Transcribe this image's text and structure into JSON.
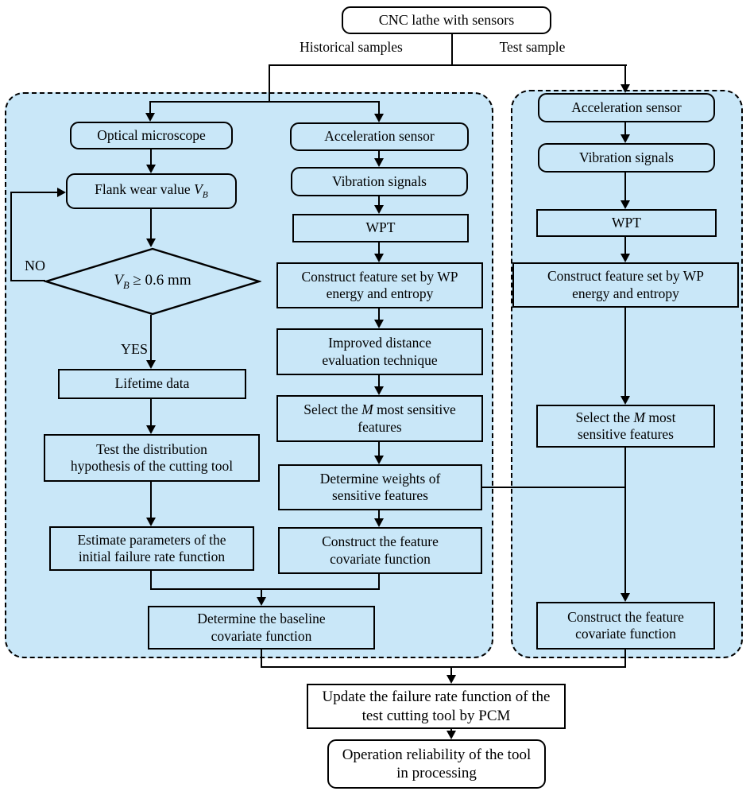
{
  "colors": {
    "panel_fill": "#c9e7f8",
    "node_fill": "#c9e7f8",
    "line_color": "#000000",
    "page_bg": "#ffffff"
  },
  "top": {
    "cnc": "CNC lathe with sensors",
    "historical": "Historical samples",
    "test": "Test sample"
  },
  "historical_panel": {
    "optical": "Optical microscope",
    "flank": [
      {
        "t": "Flank wear value "
      },
      {
        "t": "V",
        "i": true
      },
      {
        "t": "B",
        "i": true,
        "sub": true
      }
    ],
    "decision": [
      {
        "t": "V",
        "i": true
      },
      {
        "t": "B",
        "i": true,
        "sub": true
      },
      {
        "t": " ≥ 0.6 mm"
      }
    ],
    "no": "NO",
    "yes": "YES",
    "lifetime": "Lifetime data",
    "test_distribution": "Test the distribution\nhypothesis of the cutting tool",
    "estimate_parameters": "Estimate parameters of the\ninitial failure rate function",
    "acceleration": "Acceleration sensor",
    "vibration": "Vibration signals",
    "wpt": "WPT",
    "feature_set": "Construct feature set by WP\nenergy and entropy",
    "improved_distance": "Improved distance\nevaluation technique",
    "select_features": [
      {
        "t": "Select the "
      },
      {
        "t": "M",
        "i": true
      },
      {
        "t": " most sensitive\nfeatures"
      }
    ],
    "determine_weights": "Determine weights of\nsensitive features",
    "feature_covariate": "Construct the feature\ncovariate function",
    "baseline": "Determine the baseline\ncovariate function"
  },
  "test_panel": {
    "acceleration": "Acceleration sensor",
    "vibration": "Vibration signals",
    "wpt": "WPT",
    "feature_set": "Construct feature set by WP\nenergy and entropy",
    "select_features": [
      {
        "t": "Select the "
      },
      {
        "t": "M",
        "i": true
      },
      {
        "t": " most\nsensitive features"
      }
    ],
    "feature_covariate": "Construct the feature\ncovariate function"
  },
  "bottom": {
    "update": "Update the failure rate function of the\ntest cutting tool by PCM",
    "operation": "Operation reliability of the tool\nin processing"
  }
}
